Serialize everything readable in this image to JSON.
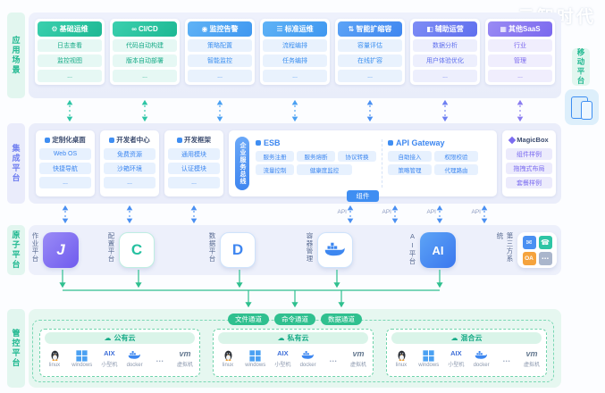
{
  "watermark": "云智时代",
  "layers": {
    "application": {
      "label": "应用场景"
    },
    "integration": {
      "label": "集成平台"
    },
    "atomic": {
      "label": "原子平台"
    },
    "control": {
      "label": "管控平台"
    },
    "mobile": {
      "label": "移动平台"
    }
  },
  "app_cards": [
    {
      "title": "基础运维",
      "icon": "gear-icon",
      "glyph": "⚙",
      "items": [
        "日志查看",
        "监控视图",
        "..."
      ]
    },
    {
      "title": "CI/CD",
      "icon": "infinity-icon",
      "glyph": "∞",
      "items": [
        "代码自动构建",
        "版本自动部署",
        "..."
      ]
    },
    {
      "title": "监控告警",
      "icon": "monitor-icon",
      "glyph": "◉",
      "items": [
        "策略配置",
        "智能监控",
        "..."
      ]
    },
    {
      "title": "标准运维",
      "icon": "list-icon",
      "glyph": "☰",
      "items": [
        "流程编排",
        "任务编排",
        "..."
      ]
    },
    {
      "title": "智能扩缩容",
      "icon": "arrows-icon",
      "glyph": "⇅",
      "items": [
        "容量评估",
        "在线扩容",
        "..."
      ]
    },
    {
      "title": "辅助运营",
      "icon": "chart-icon",
      "glyph": "◧",
      "items": [
        "数据分析",
        "用户体验优化",
        "..."
      ]
    },
    {
      "title": "其他SaaS",
      "icon": "grid-icon",
      "glyph": "▦",
      "items": [
        "行业",
        "管理",
        "..."
      ]
    }
  ],
  "integration": {
    "cards": [
      {
        "title": "定制化桌面",
        "items": [
          "Web OS",
          "快捷导航",
          "..."
        ]
      },
      {
        "title": "开发者中心",
        "items": [
          "免费资源",
          "沙箱环境",
          "..."
        ]
      },
      {
        "title": "开发框架",
        "items": [
          "通用模块",
          "认证模块",
          "..."
        ]
      }
    ],
    "esb": {
      "vertical_label": "企业服务总线",
      "title": "ESB",
      "items": [
        "服务注册",
        "服务熔断",
        "协议转换",
        "流量控制",
        "健康度监控"
      ]
    },
    "gateway": {
      "title": "API Gateway",
      "items": [
        "自助接入",
        "权限校验",
        "策略管理",
        "代理路由"
      ]
    },
    "component_chip": "组件",
    "magicbox": {
      "title": "MagicBox",
      "items": [
        "组件样例",
        "拖拽式布局",
        "套餐样例"
      ]
    },
    "api_label": "API"
  },
  "atomic": {
    "platforms": [
      {
        "label": "作业平台",
        "glyph": "J"
      },
      {
        "label": "配置平台",
        "glyph": "C"
      },
      {
        "label": "数据平台",
        "glyph": "D"
      },
      {
        "label": "容器管理",
        "glyph": ""
      },
      {
        "label": "AI平台",
        "glyph": "AI"
      }
    ],
    "third_party": {
      "label": "第三方系统",
      "icons": [
        {
          "name": "mail-icon",
          "glyph": "✉"
        },
        {
          "name": "phone-icon",
          "glyph": "☎"
        },
        {
          "name": "oa-icon",
          "glyph": "OA"
        },
        {
          "name": "more-icon",
          "glyph": "⋯"
        }
      ]
    }
  },
  "control": {
    "cloud_icon_glyph": "☁",
    "channels": [
      "文件通道",
      "命令通道",
      "数据通道"
    ],
    "clouds": [
      {
        "title": "公有云",
        "os": [
          {
            "name": "linux",
            "label": "linux"
          },
          {
            "name": "windows",
            "label": "windows"
          },
          {
            "name": "aix",
            "text": "AIX",
            "label": "小型机"
          },
          {
            "name": "docker",
            "label": "docker"
          },
          {
            "name": "dots",
            "text": "…",
            "label": ""
          },
          {
            "name": "vm",
            "text": "vm",
            "label": "虚拟机"
          }
        ]
      },
      {
        "title": "私有云",
        "os": [
          {
            "name": "linux",
            "label": "linux"
          },
          {
            "name": "windows",
            "label": "windows"
          },
          {
            "name": "aix",
            "text": "AIX",
            "label": "小型机"
          },
          {
            "name": "docker",
            "label": "docker"
          },
          {
            "name": "dots",
            "text": "…",
            "label": ""
          },
          {
            "name": "vm",
            "text": "vm",
            "label": "虚拟机"
          }
        ]
      },
      {
        "title": "混合云",
        "os": [
          {
            "name": "linux",
            "label": "linux"
          },
          {
            "name": "windows",
            "label": "windows"
          },
          {
            "name": "aix",
            "text": "AIX",
            "label": "小型机"
          },
          {
            "name": "docker",
            "label": "docker"
          },
          {
            "name": "dots",
            "text": "…",
            "label": ""
          },
          {
            "name": "vm",
            "text": "vm",
            "label": "虚拟机"
          }
        ]
      }
    ]
  },
  "colors": {
    "green": "#2ec5a5",
    "blue": "#4aa0f2",
    "indigo": "#6d7ff2",
    "purple": "#8a7cf0",
    "teal_line": "#2fc08f",
    "esb_blue": "#3d87f0"
  }
}
